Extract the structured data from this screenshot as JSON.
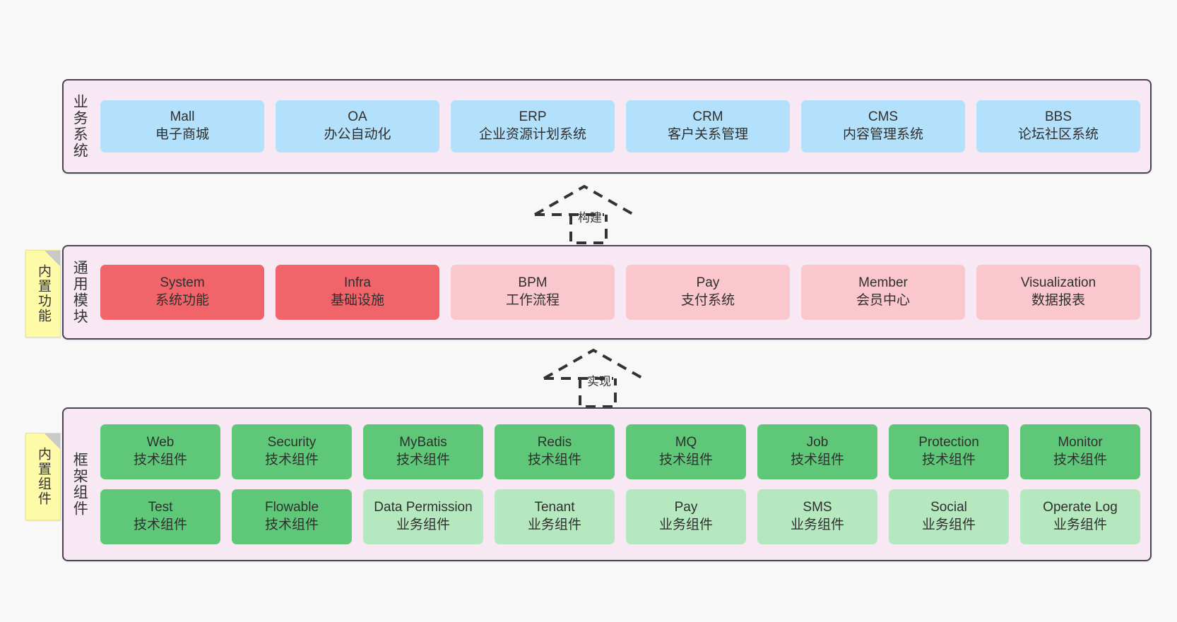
{
  "diagram": {
    "title_visible": false,
    "background_color": "#f8f8f8",
    "layer_fill": "#f8e8f4",
    "layer_border": "#4a4453",
    "note_fill": "#fdfaa8"
  },
  "layers": [
    {
      "id": "business-system",
      "title": "业务系统",
      "card_color": "#b3e0fb",
      "rows": [
        {
          "cards": [
            {
              "title": "Mall",
              "subtitle": "电子商城",
              "color": "#b3e0fb"
            },
            {
              "title": "OA",
              "subtitle": "办公自动化",
              "color": "#b3e0fb"
            },
            {
              "title": "ERP",
              "subtitle": "企业资源计划系统",
              "color": "#b3e0fb"
            },
            {
              "title": "CRM",
              "subtitle": "客户关系管理",
              "color": "#b3e0fb"
            },
            {
              "title": "CMS",
              "subtitle": "内容管理系统",
              "color": "#b3e0fb"
            },
            {
              "title": "BBS",
              "subtitle": "论坛社区系统",
              "color": "#b3e0fb"
            }
          ]
        }
      ]
    },
    {
      "id": "common-module",
      "title": "通用模块",
      "note": "内置功能",
      "rows": [
        {
          "cards": [
            {
              "title": "System",
              "subtitle": "系统功能",
              "color": "#f0646a"
            },
            {
              "title": "Infra",
              "subtitle": "基础设施",
              "color": "#f0646a"
            },
            {
              "title": "BPM",
              "subtitle": "工作流程",
              "color": "#fbc7ce"
            },
            {
              "title": "Pay",
              "subtitle": "支付系统",
              "color": "#fbc7ce"
            },
            {
              "title": "Member",
              "subtitle": "会员中心",
              "color": "#fbc7ce"
            },
            {
              "title": "Visualization",
              "subtitle": "数据报表",
              "color": "#fbc7ce"
            }
          ]
        }
      ]
    },
    {
      "id": "framework-component",
      "title": "框架组件",
      "note": "内置组件",
      "rows": [
        {
          "cards": [
            {
              "title": "Web",
              "subtitle": "技术组件",
              "color": "#5fc878"
            },
            {
              "title": "Security",
              "subtitle": "技术组件",
              "color": "#5fc878"
            },
            {
              "title": "MyBatis",
              "subtitle": "技术组件",
              "color": "#5fc878"
            },
            {
              "title": "Redis",
              "subtitle": "技术组件",
              "color": "#5fc878"
            },
            {
              "title": "MQ",
              "subtitle": "技术组件",
              "color": "#5fc878"
            },
            {
              "title": "Job",
              "subtitle": "技术组件",
              "color": "#5fc878"
            },
            {
              "title": "Protection",
              "subtitle": "技术组件",
              "color": "#5fc878"
            },
            {
              "title": "Monitor",
              "subtitle": "技术组件",
              "color": "#5fc878"
            }
          ]
        },
        {
          "cards": [
            {
              "title": "Test",
              "subtitle": "技术组件",
              "color": "#5fc878"
            },
            {
              "title": "Flowable",
              "subtitle": "技术组件",
              "color": "#5fc878"
            },
            {
              "title": "Data Permission",
              "subtitle": "业务组件",
              "color": "#b5e8be"
            },
            {
              "title": "Tenant",
              "subtitle": "业务组件",
              "color": "#b5e8be"
            },
            {
              "title": "Pay",
              "subtitle": "业务组件",
              "color": "#b5e8be"
            },
            {
              "title": "SMS",
              "subtitle": "业务组件",
              "color": "#b5e8be"
            },
            {
              "title": "Social",
              "subtitle": "业务组件",
              "color": "#b5e8be"
            },
            {
              "title": "Operate Log",
              "subtitle": "业务组件",
              "color": "#b5e8be"
            }
          ]
        }
      ]
    }
  ],
  "connectors": [
    {
      "id": "build",
      "label": "构建",
      "style": "dashed-generalization",
      "from": "common-module",
      "to": "business-system"
    },
    {
      "id": "implement",
      "label": "实现",
      "style": "dashed-generalization",
      "from": "framework-component",
      "to": "common-module"
    }
  ]
}
